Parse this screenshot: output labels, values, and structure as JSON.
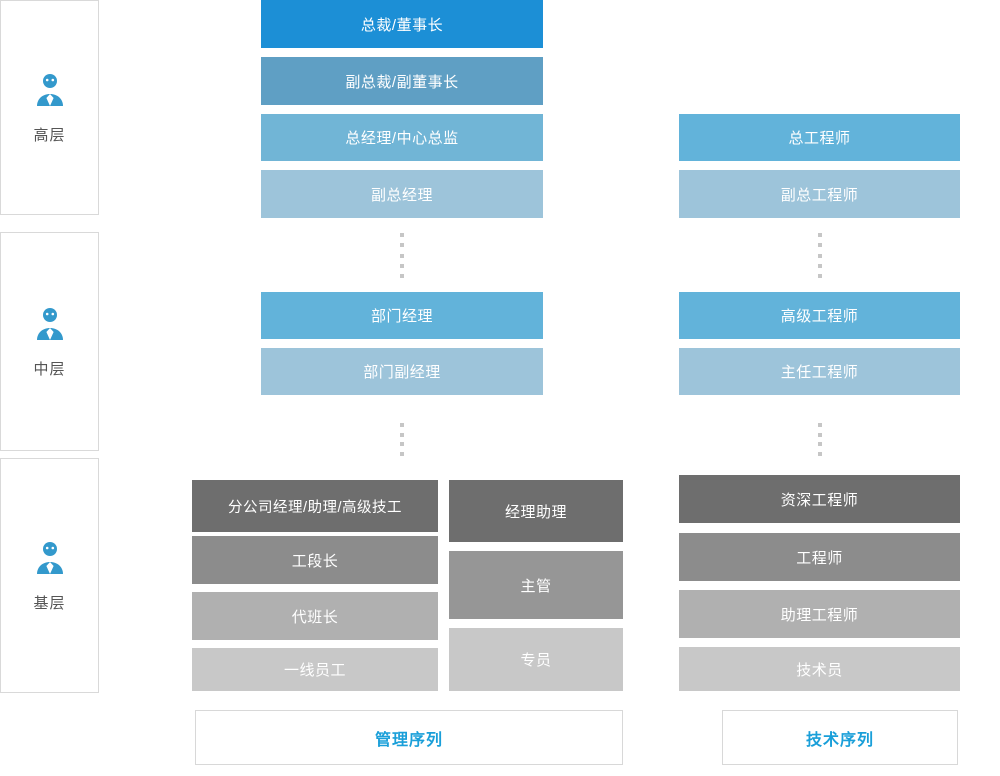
{
  "levels": [
    {
      "id": "senior",
      "label": "高层",
      "icon": "person-tie-icon"
    },
    {
      "id": "middle",
      "label": "中层",
      "icon": "person-tie-icon"
    },
    {
      "id": "base",
      "label": "基层",
      "icon": "person-tie-icon"
    }
  ],
  "columns": {
    "management": {
      "sequence_label": "管理序列",
      "roles": [
        {
          "label": "总裁/董事长",
          "color": "#1c8fd6"
        },
        {
          "label": "副总裁/副董事长",
          "color": "#5f9fc4"
        },
        {
          "label": "总经理/中心总监",
          "color": "#71b5d6"
        },
        {
          "label": "副总经理",
          "color": "#9dc4da"
        },
        {
          "label": "部门经理",
          "color": "#62b3da"
        },
        {
          "label": "部门副经理",
          "color": "#9dc4da"
        }
      ],
      "base_left": [
        {
          "label": "分公司经理/助理/高级技工",
          "color": "#6e6e6e"
        },
        {
          "label": "工段长",
          "color": "#8c8c8c"
        },
        {
          "label": "代班长",
          "color": "#b0b0b0"
        },
        {
          "label": "一线员工",
          "color": "#c8c8c8"
        }
      ],
      "base_right": [
        {
          "label": "经理助理",
          "color": "#6e6e6e"
        },
        {
          "label": "主管",
          "color": "#969696"
        },
        {
          "label": "专员",
          "color": "#c8c8c8"
        }
      ]
    },
    "technical": {
      "sequence_label": "技术序列",
      "roles": [
        {
          "label": "总工程师",
          "color": "#62b3da"
        },
        {
          "label": "副总工程师",
          "color": "#9dc4da"
        },
        {
          "label": "高级工程师",
          "color": "#62b3da"
        },
        {
          "label": "主任工程师",
          "color": "#9dc4da"
        }
      ],
      "base": [
        {
          "label": "资深工程师",
          "color": "#6e6e6e"
        },
        {
          "label": "工程师",
          "color": "#8c8c8c"
        },
        {
          "label": "助理工程师",
          "color": "#b0b0b0"
        },
        {
          "label": "技术员",
          "color": "#c8c8c8"
        }
      ]
    }
  },
  "colors": {
    "accent": "#1a9fd9",
    "dot": "#c6c6c6",
    "border": "#d9d9d9",
    "text_gray": "#555555"
  }
}
